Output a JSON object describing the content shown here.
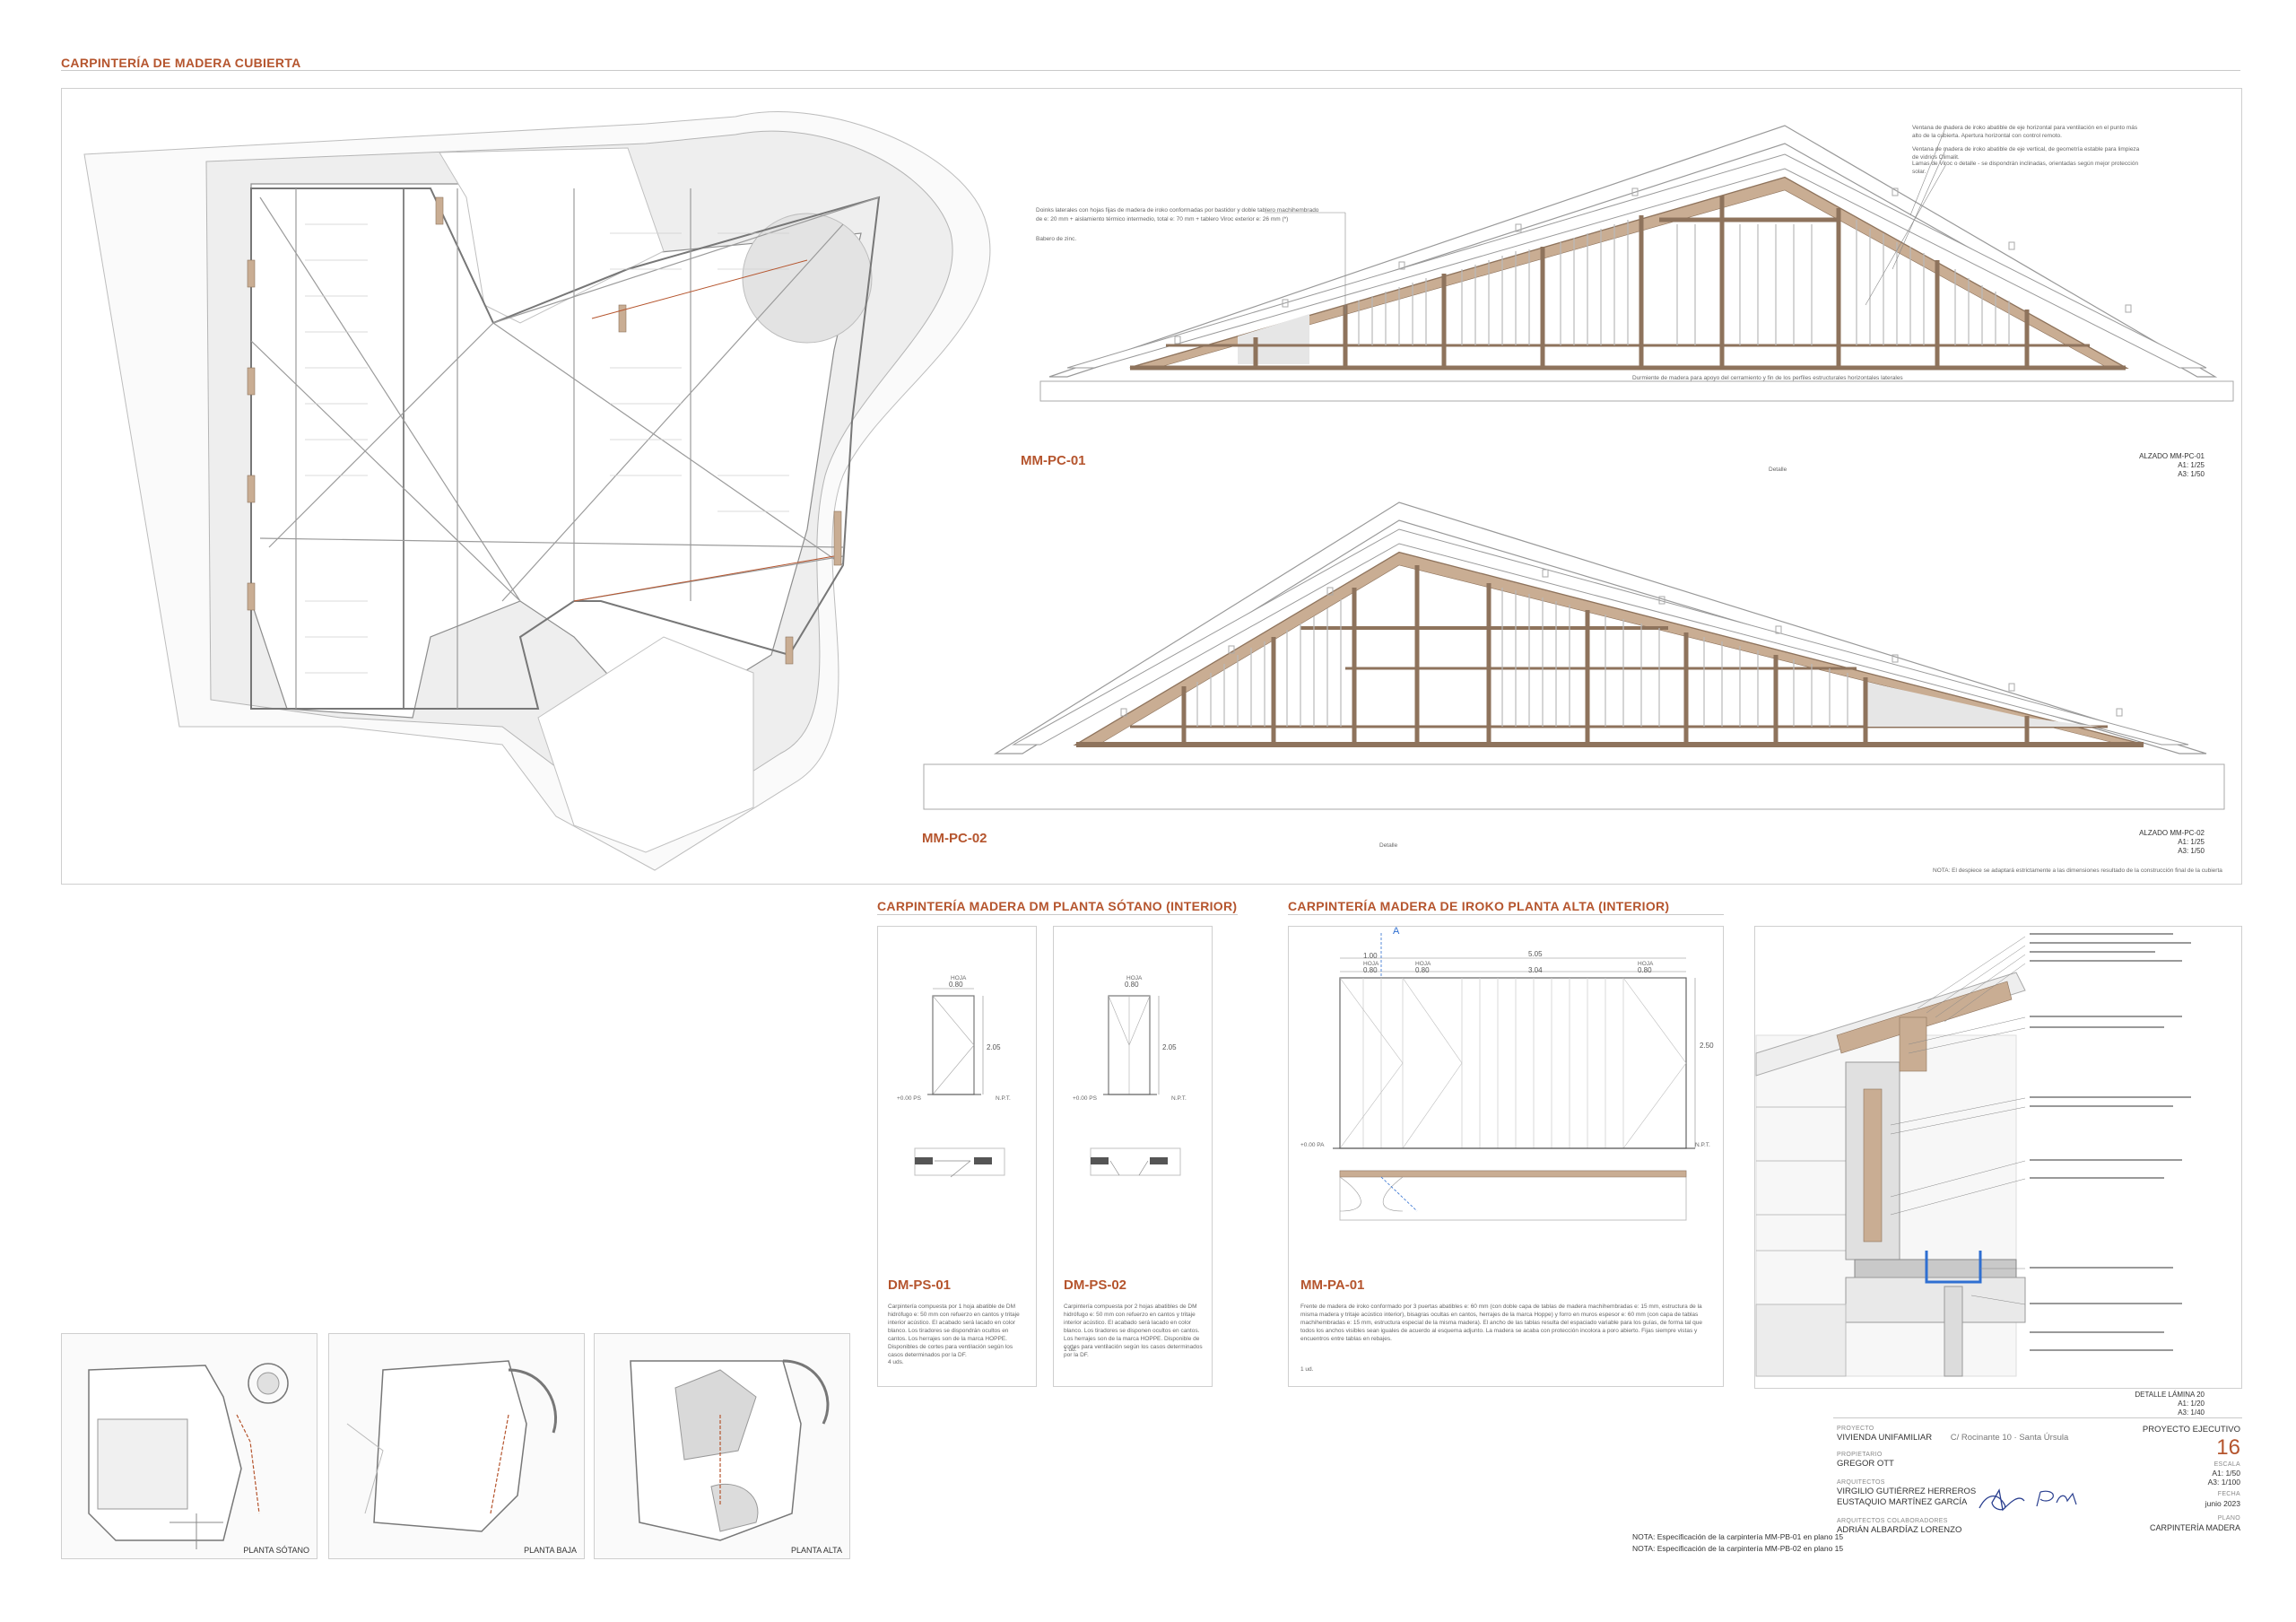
{
  "sections": {
    "roof_title": "CARPINTERÍA DE MADERA CUBIERTA",
    "basement_title": "CARPINTERÍA MADERA DM PLANTA SÓTANO (INTERIOR)",
    "upper_title": "CARPINTERÍA MADERA DE IROKO PLANTA ALTA (INTERIOR)"
  },
  "elevations": {
    "pc01": {
      "code": "MM-PC-01",
      "scale_title": "ALZADO MM-PC-01",
      "scale_a1": "A1: 1/25",
      "scale_a3": "A3: 1/50",
      "note_left_1": "Doinks laterales con hojas fijas de madera de iroko conformadas por bastidor y doble tablero machihembrado",
      "note_left_2": "de e: 20 mm + aislamiento térmico intermedio, total e: 70 mm + tablero Viroc exterior e: 26 mm (*)",
      "note_left_3": "Babero de zinc.",
      "note_right_1": "Ventana de madera de iroko abatible de eje horizontal para ventilación en el punto más alto de la cubierta. Apertura horizontal con control remoto.",
      "note_right_2": "Ventana de madera de iroko abatible de eje vertical, de geometría estable para limpieza de vidrios Climalit.",
      "note_right_3": "Lamas de Viroc o detalle - se dispondrán inclinadas, orientadas según mejor protección solar.",
      "note_bottom": "Durmiente de madera para apoyo del cerramiento y fin de los perfiles estructurales horizontales laterales",
      "detail": "Detalle"
    },
    "pc02": {
      "code": "MM-PC-02",
      "scale_title": "ALZADO MM-PC-02",
      "scale_a1": "A1: 1/25",
      "scale_a3": "A3: 1/50",
      "detail": "Detalle",
      "note": "NOTA: El despiece se adaptará estrictamente a las dimensiones resultado de la construcción final de la cubierta"
    }
  },
  "doors": [
    {
      "code": "DM-PS-01",
      "hoja_label": "HOJA",
      "width": "0.80",
      "height": "2.05",
      "level_left": "+0.00 PS",
      "level_right": "N.P.T.",
      "description": "Carpintería compuesta por 1 hoja abatible de DM hidrófugo e: 50 mm con refuerzo en cantos y tritaje interior acústico. El acabado será lacado en color blanco. Los tiradores se dispondrán ocultos en cantos. Los herrajes son de la marca HOPPE. Disponibles de cortes para ventilación según los casos determinados por la DF.",
      "units": "4 uds."
    },
    {
      "code": "DM-PS-02",
      "hoja_label": "HOJA",
      "width": "0.80",
      "height": "2.05",
      "level_left": "+0.00 PS",
      "level_right": "N.P.T.",
      "description": "Carpintería compuesta por 2 hojas abatibles de DM hidrófugo e: 50 mm con refuerzo en cantos y tritaje interior acústico. El acabado será lacado en color blanco. Los tiradores se disponen ocultos en cantos. Los herrajes son de la marca HOPPE. Disponible de cortes para ventilación según los casos determinados por la DF.",
      "units": "1 ud."
    },
    {
      "code": "MM-PA-01",
      "total_width": "5.05",
      "dims": [
        "1.00",
        "0.80",
        "0.80",
        "3.04",
        "0.80"
      ],
      "dim_labels": [
        "HOJA",
        "HOJA",
        "HOJA"
      ],
      "height": "2.50",
      "level_left": "+0.00 PA",
      "level_right": "N.P.T.",
      "section_mark": "A",
      "description": "Frente de madera de iroko conformado por 3 puertas abatibles e: 60 mm (con doble capa de tablas de madera machihembradas e: 15 mm, estructura de la misma madera y tritaje acústico interior), bisagras ocultas en cantos, herrajes de la marca Hoppe) y forro en muros espesor e: 60 mm (con capa de tablas machihembradas e: 15 mm, estructura especial de la misma madera). El ancho de las tablas resulta del espaciado variable para los guías, de forma tal que todos los anchos visibles sean iguales de acuerdo al esquema adjunto. La madera se acaba con protección incolora a poro abierto. Fijas siempre vistas y encuentros entre tablas en rebajes.",
      "units": "1 ud."
    }
  ],
  "detail": {
    "title": "DETALLE LÁMINA 20",
    "scale_a1": "A1: 1/20",
    "scale_a3": "A3: 1/40"
  },
  "key_plans": [
    {
      "label": "PLANTA SÓTANO"
    },
    {
      "label": "PLANTA BAJA"
    },
    {
      "label": "PLANTA ALTA"
    }
  ],
  "notes": [
    "NOTA: Especificación de la carpintería MM-PB-01 en plano 15",
    "NOTA: Especificación de la carpintería MM-PB-02 en plano 15"
  ],
  "title_block": {
    "proyecto_label": "PROYECTO",
    "proyecto": "VIVIENDA UNIFAMILIAR",
    "address": "C/ Rocinante 10 · Santa Úrsula",
    "propietario_label": "PROPIETARIO",
    "propietario": "GREGOR OTT",
    "arquitectos_label": "ARQUITECTOS",
    "arquitecto_1": "VIRGILIO GUTIÉRREZ HERREROS",
    "arquitecto_2": "EUSTAQUIO MARTÍNEZ GARCÍA",
    "colab_label": "ARQUITECTOS COLABORADORES",
    "colab": "ADRIÁN ALBARDÍAZ LORENZO",
    "phase": "PROYECTO EJECUTIVO",
    "sheet_number": "16",
    "escala_label": "ESCALA",
    "escala_a1": "A1: 1/50",
    "escala_a3": "A3: 1/100",
    "fecha_label": "FECHA",
    "fecha": "junio 2023",
    "plano_label": "PLANO",
    "plano": "CARPINTERÍA MADERA"
  },
  "colors": {
    "accent": "#b5552e",
    "wood": "#c9ad93",
    "wood_dark": "#8e735c",
    "line": "#9a9a9a",
    "fill_grey": "#dedede",
    "insulation": "#2f6fd1"
  }
}
